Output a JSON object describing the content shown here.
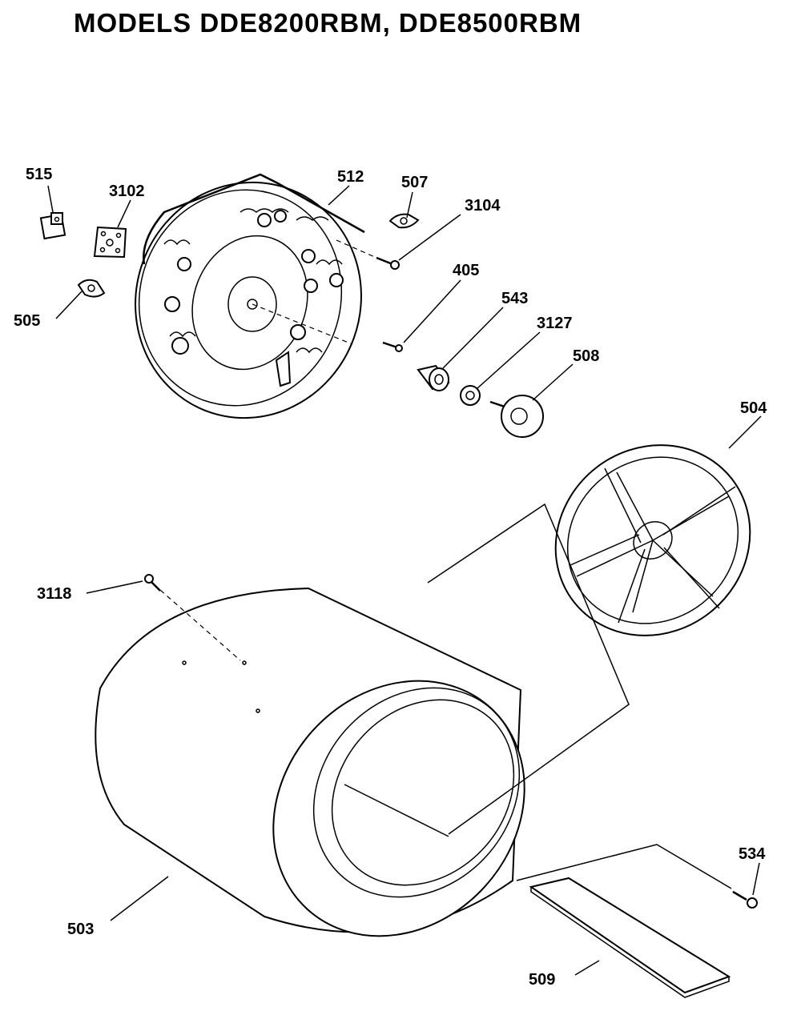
{
  "title": "MODELS DDE8200RBM, DDE8500RBM",
  "callouts": [
    {
      "id": "515",
      "label": "515"
    },
    {
      "id": "3102",
      "label": "3102"
    },
    {
      "id": "512",
      "label": "512"
    },
    {
      "id": "507",
      "label": "507"
    },
    {
      "id": "3104",
      "label": "3104"
    },
    {
      "id": "505",
      "label": "505"
    },
    {
      "id": "405",
      "label": "405"
    },
    {
      "id": "543",
      "label": "543"
    },
    {
      "id": "3127",
      "label": "3127"
    },
    {
      "id": "508",
      "label": "508"
    },
    {
      "id": "504",
      "label": "504"
    },
    {
      "id": "3118",
      "label": "3118"
    },
    {
      "id": "534",
      "label": "534"
    },
    {
      "id": "503",
      "label": "503"
    },
    {
      "id": "509",
      "label": "509"
    }
  ]
}
